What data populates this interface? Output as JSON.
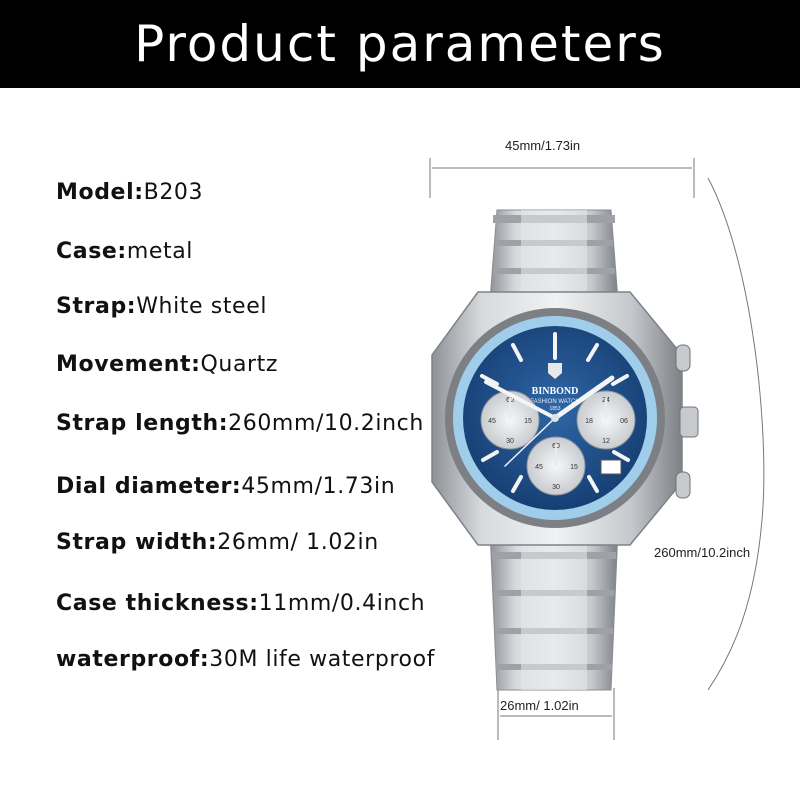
{
  "header": {
    "title": "Product parameters"
  },
  "specs": [
    {
      "label": "Model:",
      "value": "B203"
    },
    {
      "label": "Case:",
      "value": "metal"
    },
    {
      "label": "Strap:",
      "value": "White steel"
    },
    {
      "label": "Movement:",
      "value": "Quartz"
    },
    {
      "label": "Strap length:",
      "value": "260mm/10.2inch"
    },
    {
      "label": "Dial diameter:",
      "value": "45mm/1.73in"
    },
    {
      "label": "Strap width:",
      "value": "26mm/  1.02in"
    },
    {
      "label": "Case thickness:",
      "value": "11mm/0.4inch"
    },
    {
      "label": "waterproof:",
      "value": "30M life waterproof"
    }
  ],
  "dimensions": {
    "dial_width": "45mm/1.73in",
    "strap_length": "260mm/10.2inch",
    "strap_width": "26mm/  1.02in"
  },
  "watch": {
    "brand": "BINBOND",
    "subtitle": "FASHION WATCH",
    "year": "1853",
    "subdial_left": [
      "60",
      "45",
      "15",
      "30"
    ],
    "subdial_right": [
      "24",
      "18",
      "06",
      "12"
    ],
    "subdial_bottom": [
      "60",
      "45",
      "15",
      "30"
    ],
    "colors": {
      "dial": "#1f4f8f",
      "dial_ring": "#9fcdea",
      "steel": "#c9ccd0",
      "subdial": "#e9ebee"
    }
  }
}
